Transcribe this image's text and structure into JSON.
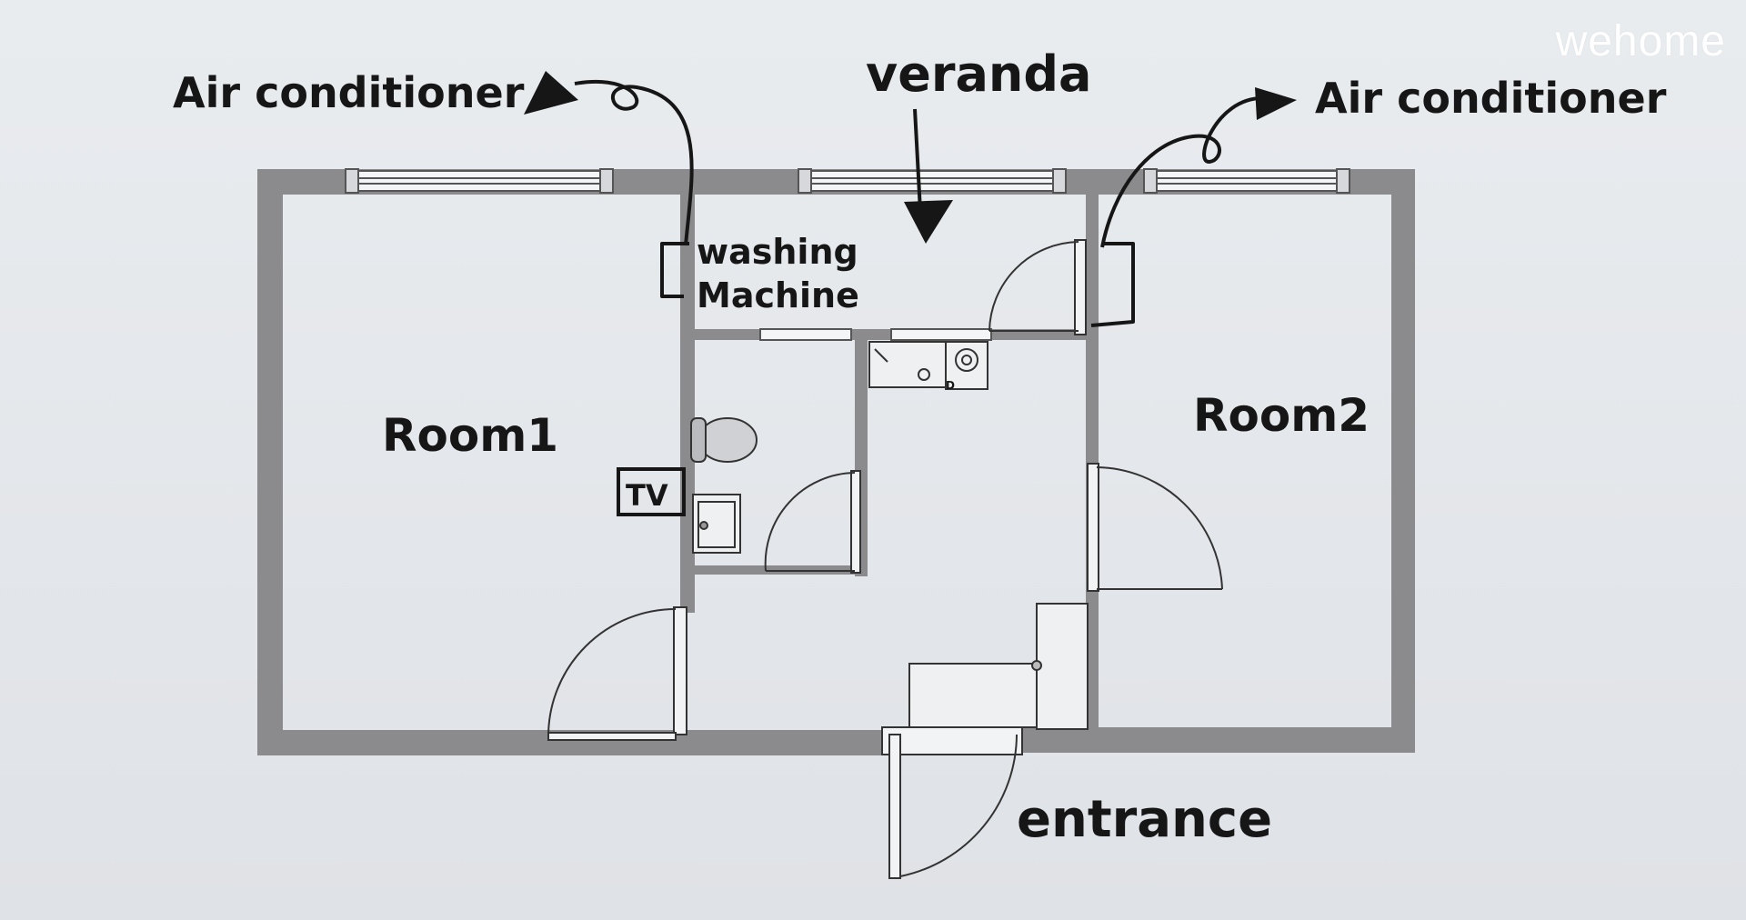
{
  "brand": {
    "logo_text": "wehome"
  },
  "labels": {
    "air_conditioner_left": "Air conditioner",
    "air_conditioner_right": "Air conditioner",
    "veranda": "veranda",
    "washing_machine_line1": "washing",
    "washing_machine_line2": "Machine",
    "room1": "Room1",
    "room2": "Room2",
    "tv": "TV",
    "entrance": "entrance",
    "stove_mark": "D"
  },
  "colors": {
    "paper": "#e6e9ec",
    "wall": "#8b8b8d",
    "ink": "#161616",
    "line": "#444444"
  }
}
